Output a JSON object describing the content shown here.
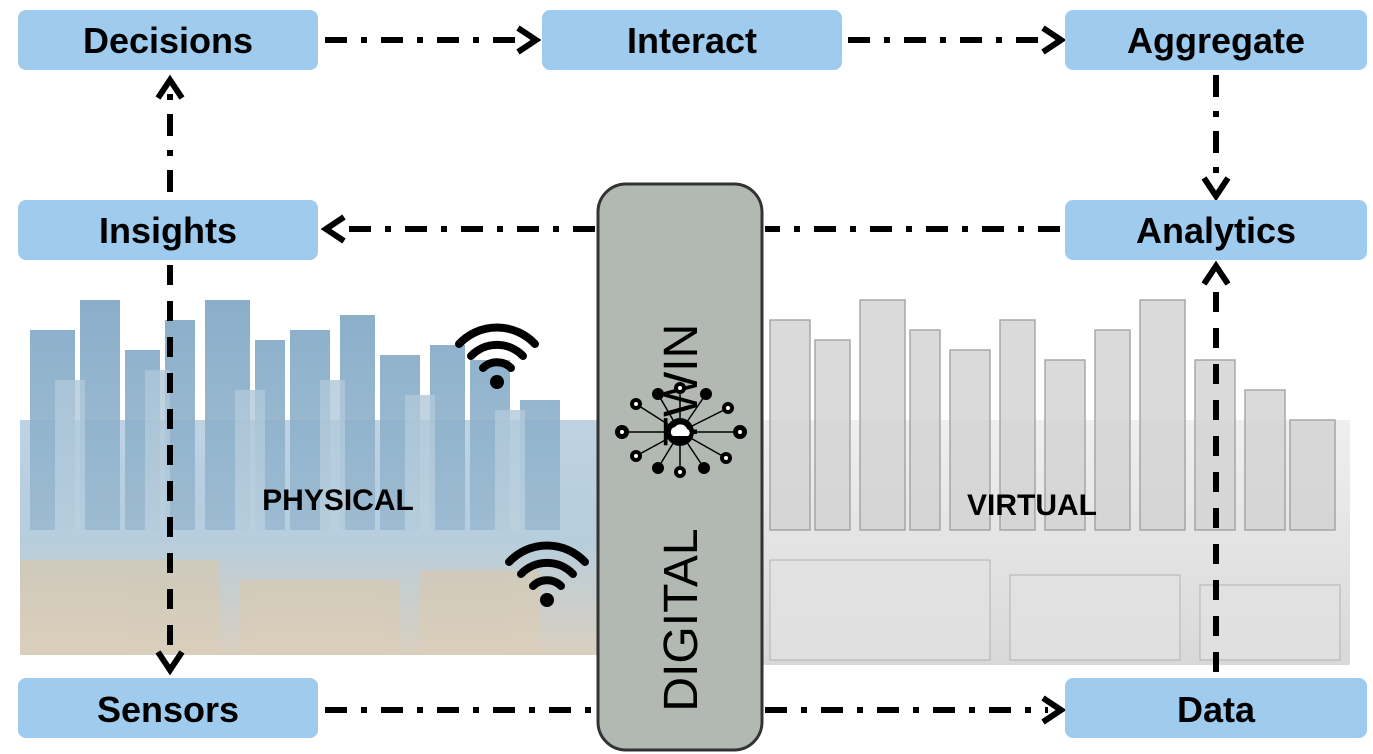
{
  "nodes": {
    "decisions": "Decisions",
    "interact": "Interact",
    "aggregate": "Aggregate",
    "insights": "Insights",
    "analytics": "Analytics",
    "sensors": "Sensors",
    "data": "Data"
  },
  "regions": {
    "physical": "PHYSICAL",
    "virtual": "VIRTUAL"
  },
  "digital_twin": {
    "word1": "DIGITAL",
    "word2": "TWIN"
  },
  "colors": {
    "node_fill": "#9fcbee",
    "twin_pill_fill": "#b2b9b3",
    "arrow": "#000000",
    "physical_city": "#8fb3cc",
    "virtual_city": "#d9d9d9"
  },
  "icons": [
    "wifi-icon",
    "cloud-network-icon",
    "arrow-icon"
  ]
}
